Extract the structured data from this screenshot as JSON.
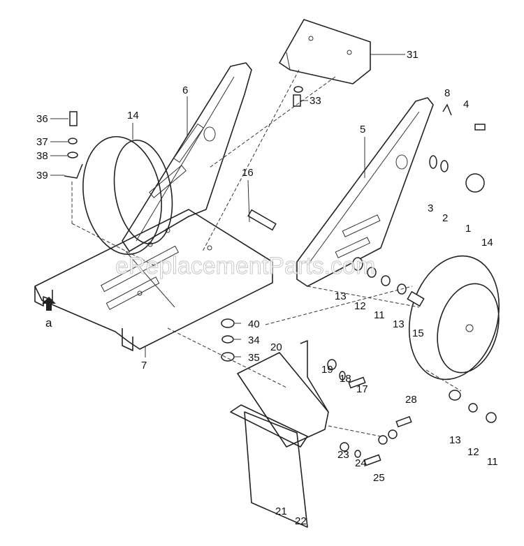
{
  "watermark": "eReplacementParts.com",
  "callouts": [
    "31",
    "33",
    "6",
    "8",
    "4",
    "36",
    "14",
    "5",
    "37",
    "38",
    "39",
    "16",
    "3",
    "2",
    "1",
    "14",
    "13",
    "12",
    "11",
    "13",
    "15",
    "a",
    "40",
    "34",
    "35",
    "20",
    "7",
    "19",
    "18",
    "17",
    "28",
    "13",
    "12",
    "11",
    "23",
    "24",
    "25",
    "21",
    "22"
  ]
}
